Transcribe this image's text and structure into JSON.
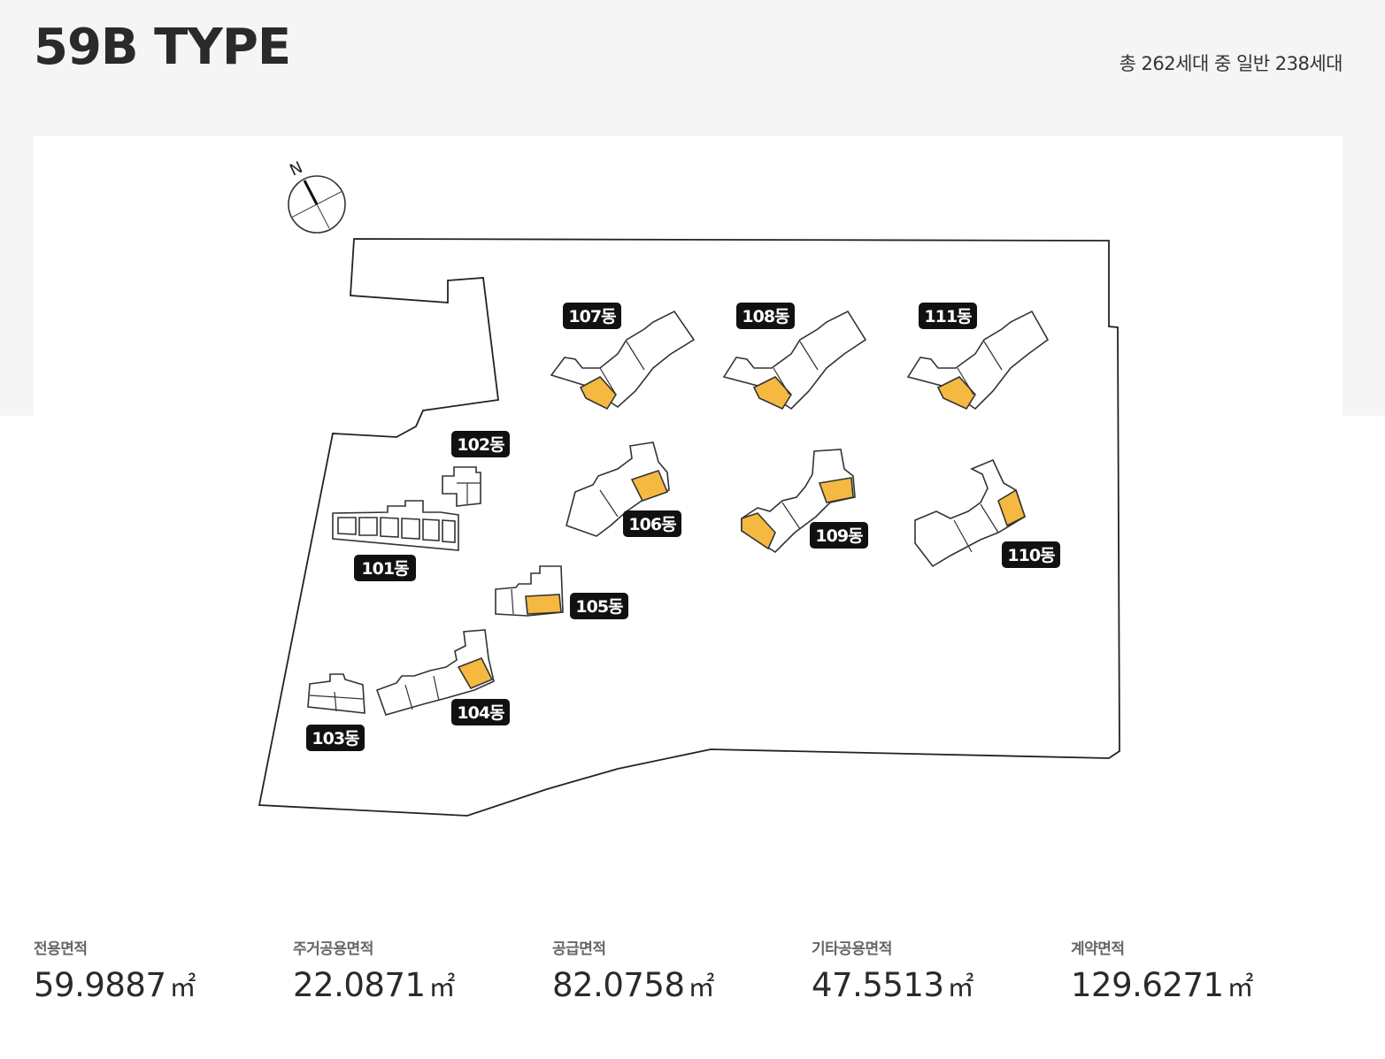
{
  "header": {
    "title": "59B TYPE",
    "summary": "총 262세대 중 일반 238세대"
  },
  "map": {
    "north_label": "N",
    "highlight_color": "#f5b942",
    "buildings": [
      {
        "id": "101",
        "label": "101동"
      },
      {
        "id": "102",
        "label": "102동"
      },
      {
        "id": "103",
        "label": "103동"
      },
      {
        "id": "104",
        "label": "104동"
      },
      {
        "id": "105",
        "label": "105동"
      },
      {
        "id": "106",
        "label": "106동"
      },
      {
        "id": "107",
        "label": "107동"
      },
      {
        "id": "108",
        "label": "108동"
      },
      {
        "id": "109",
        "label": "109동"
      },
      {
        "id": "110",
        "label": "110동"
      },
      {
        "id": "111",
        "label": "111동"
      }
    ]
  },
  "areas": [
    {
      "label": "전용면적",
      "value": "59.9887",
      "unit": "㎡"
    },
    {
      "label": "주거공용면적",
      "value": "22.0871",
      "unit": "㎡"
    },
    {
      "label": "공급면적",
      "value": "82.0758",
      "unit": "㎡"
    },
    {
      "label": "기타공용면적",
      "value": "47.5513",
      "unit": "㎡"
    },
    {
      "label": "계약면적",
      "value": "129.6271",
      "unit": "㎡"
    }
  ]
}
